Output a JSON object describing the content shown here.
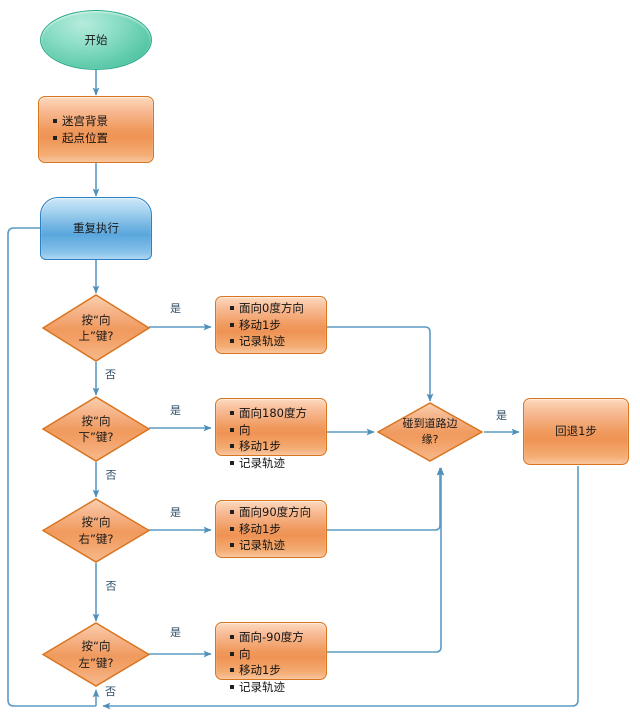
{
  "diagram": {
    "title": "maze-walk-flowchart",
    "colors": {
      "process_fill": "#f09a5e",
      "process_stroke": "#d9741f",
      "terminator_fill": "#5fcbab",
      "terminator_stroke": "#2fa98c",
      "loop_fill": "#6fb3e2",
      "loop_stroke": "#2b81c4",
      "connector": "#5b9bc4",
      "label_text": "#2e4c66",
      "node_text": "#1a1a1a"
    },
    "nodes": {
      "start": {
        "label": "开始",
        "shape": "terminator"
      },
      "init": {
        "shape": "process",
        "lines": [
          "迷宫背景",
          "起点位置"
        ]
      },
      "loop": {
        "label": "重复执行",
        "shape": "loop-limit"
      },
      "decision_up": {
        "label": "按“向\n上”键?",
        "shape": "decision"
      },
      "decision_down": {
        "label": "按“向\n下”键?",
        "shape": "decision"
      },
      "decision_right": {
        "label": "按“向\n右”键?",
        "shape": "decision"
      },
      "decision_left": {
        "label": "按“向\n左”键?",
        "shape": "decision"
      },
      "action_up": {
        "shape": "process",
        "lines": [
          "面向0度方向",
          "移动1步",
          "记录轨迹"
        ]
      },
      "action_down": {
        "shape": "process",
        "lines": [
          "面向180度方",
          "向",
          "移动1步",
          "记录轨迹"
        ]
      },
      "action_right": {
        "shape": "process",
        "lines": [
          "面向90度方向",
          "移动1步",
          "记录轨迹"
        ]
      },
      "action_left": {
        "shape": "process",
        "lines": [
          "面向-90度方",
          "向",
          "移动1步",
          "记录轨迹"
        ]
      },
      "decision_edge": {
        "label": "碰到道路边\n缘?",
        "shape": "decision"
      },
      "action_back": {
        "label": "回退1步",
        "shape": "process"
      }
    },
    "edge_labels": {
      "yes_up": "是",
      "yes_down": "是",
      "yes_right": "是",
      "yes_left": "是",
      "yes_edge": "是",
      "no_up": "否",
      "no_down": "否",
      "no_right": "否",
      "no_left": "否"
    }
  }
}
